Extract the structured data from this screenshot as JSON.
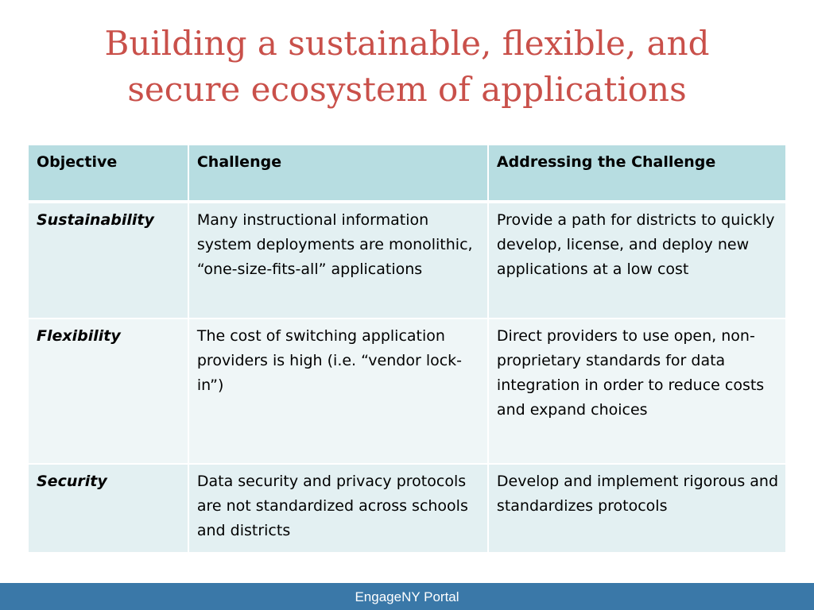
{
  "slide": {
    "title_line1": "Building a sustainable, flexible, and",
    "title_line2": "secure ecosystem of applications",
    "title_color": "#c9504a"
  },
  "table": {
    "headers": [
      "Objective",
      "Challenge",
      "Addressing the Challenge"
    ],
    "rows": [
      {
        "objective": "Sustainability",
        "challenge": "Many instructional information system deployments are monolithic, “one-size-fits-all” applications",
        "addressing": "Provide a path for districts to quickly develop, license, and deploy new applications at a low cost"
      },
      {
        "objective": "Flexibility",
        "challenge": "The cost of switching application providers is high (i.e. “vendor lock-in”)",
        "addressing": "Direct providers to use open, non-proprietary standards for data integration in order to reduce costs and expand choices"
      },
      {
        "objective": "Security",
        "challenge": "Data security and privacy protocols are not standardized across schools and districts",
        "addressing": "Develop and implement rigorous and standardizes protocols"
      }
    ],
    "header_color": "#b7dde1",
    "row_color": "#e3f0f2",
    "alt_row_color": "#eff6f7"
  },
  "footer": {
    "text": "EngageNY Portal",
    "color": "#3a78a8"
  }
}
